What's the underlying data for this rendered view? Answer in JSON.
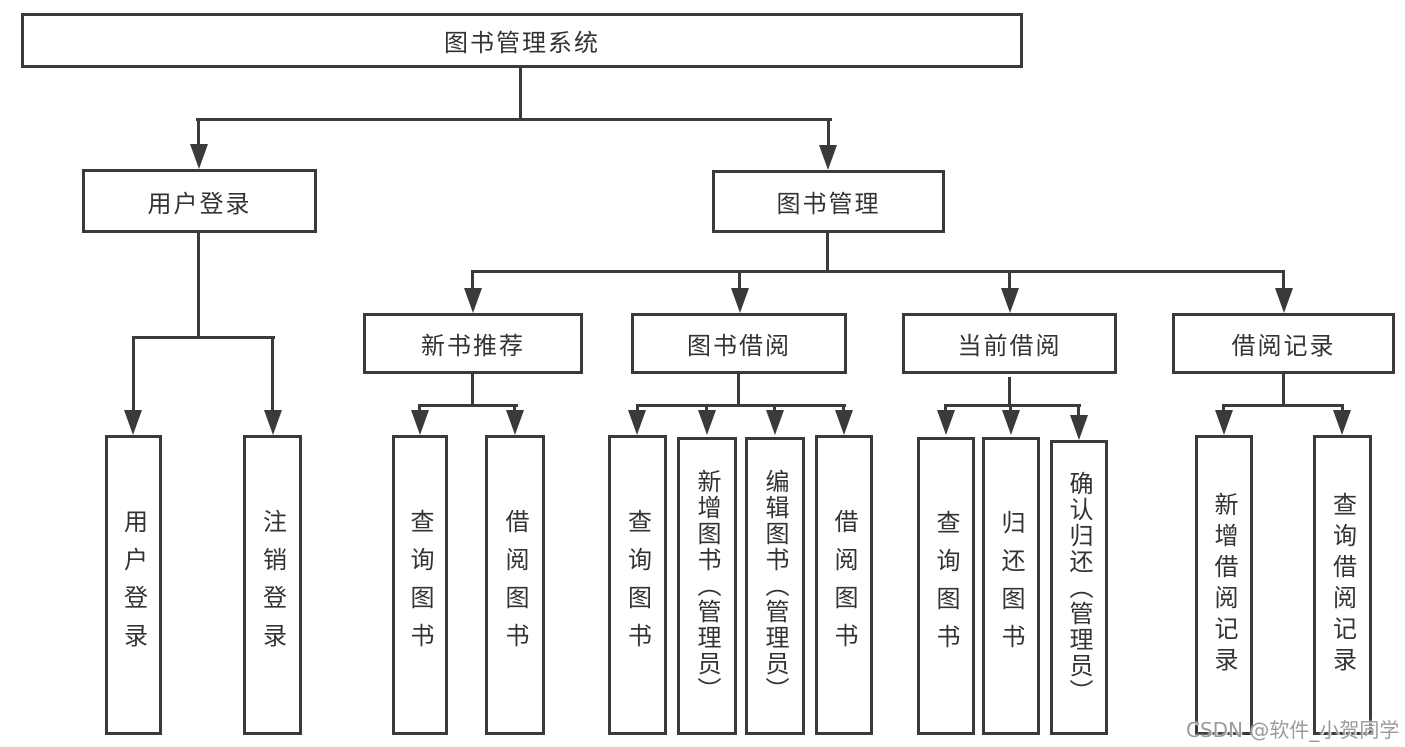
{
  "diagram": {
    "root": {
      "label": "图书管理系统"
    },
    "branches": [
      {
        "label": "用户登录",
        "children": [
          {
            "label": "用户登录"
          },
          {
            "label": "注销登录"
          }
        ]
      },
      {
        "label": "图书管理",
        "children": [
          {
            "label": "新书推荐",
            "children": [
              {
                "label": "查询图书"
              },
              {
                "label": "借阅图书"
              }
            ]
          },
          {
            "label": "图书借阅",
            "children": [
              {
                "label": "查询图书"
              },
              {
                "label": "新增图书（管理员）"
              },
              {
                "label": "编辑图书（管理员）"
              },
              {
                "label": "借阅图书"
              }
            ]
          },
          {
            "label": "当前借阅",
            "children": [
              {
                "label": "查询图书"
              },
              {
                "label": "归还图书"
              },
              {
                "label": "确认归还（管理员）"
              }
            ]
          },
          {
            "label": "借阅记录",
            "children": [
              {
                "label": "新增借阅记录"
              },
              {
                "label": "查询借阅记录"
              }
            ]
          }
        ]
      }
    ]
  },
  "watermark": {
    "text": "CSDN @软件_小贺同学"
  },
  "colors": {
    "line": "#3a3a3a",
    "box_border": "#3a3a3a",
    "text": "#333333",
    "background": "#ffffff",
    "watermark": "#9b9b9b"
  }
}
